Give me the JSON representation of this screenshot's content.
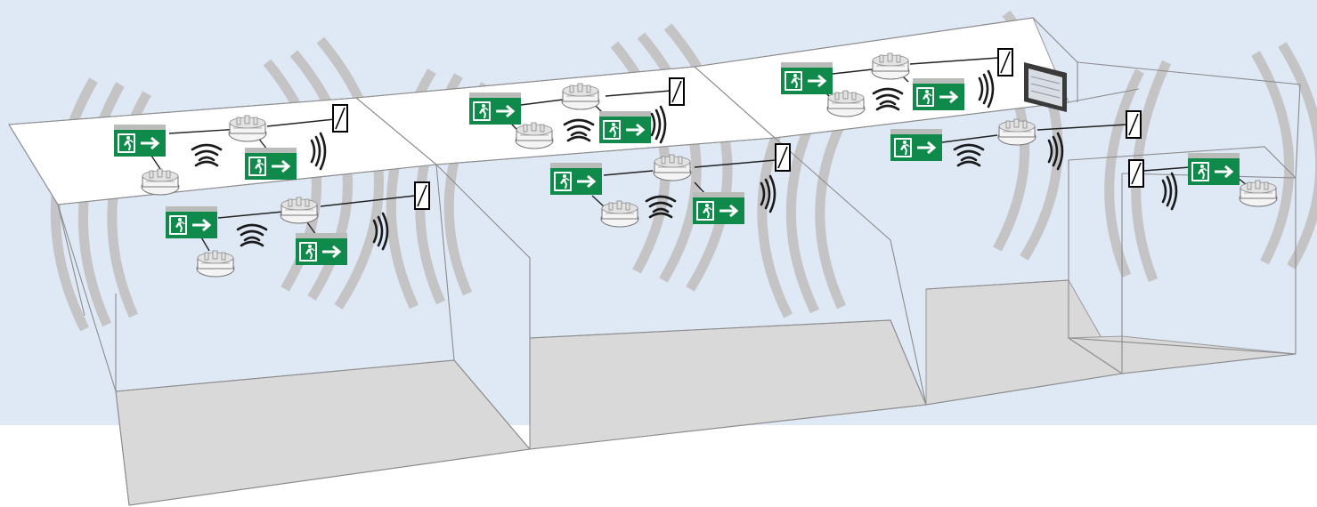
{
  "colors": {
    "sky": "#dfe8f5",
    "sign_green": "#0f8a4a",
    "sign_grey": "#b9bcb9",
    "floor": "#d9d9d9",
    "wave_grey": "#c4c4c4"
  },
  "icons": {
    "exit_sign": "exit-sign-icon",
    "luminaire": "emergency-luminaire-icon",
    "node": "wireless-node-icon",
    "wifi": "wireless-signal-icon",
    "control_panel": "control-panel-icon"
  },
  "building": {
    "sections": [
      "section-1",
      "section-2",
      "section-3",
      "section-4"
    ]
  }
}
